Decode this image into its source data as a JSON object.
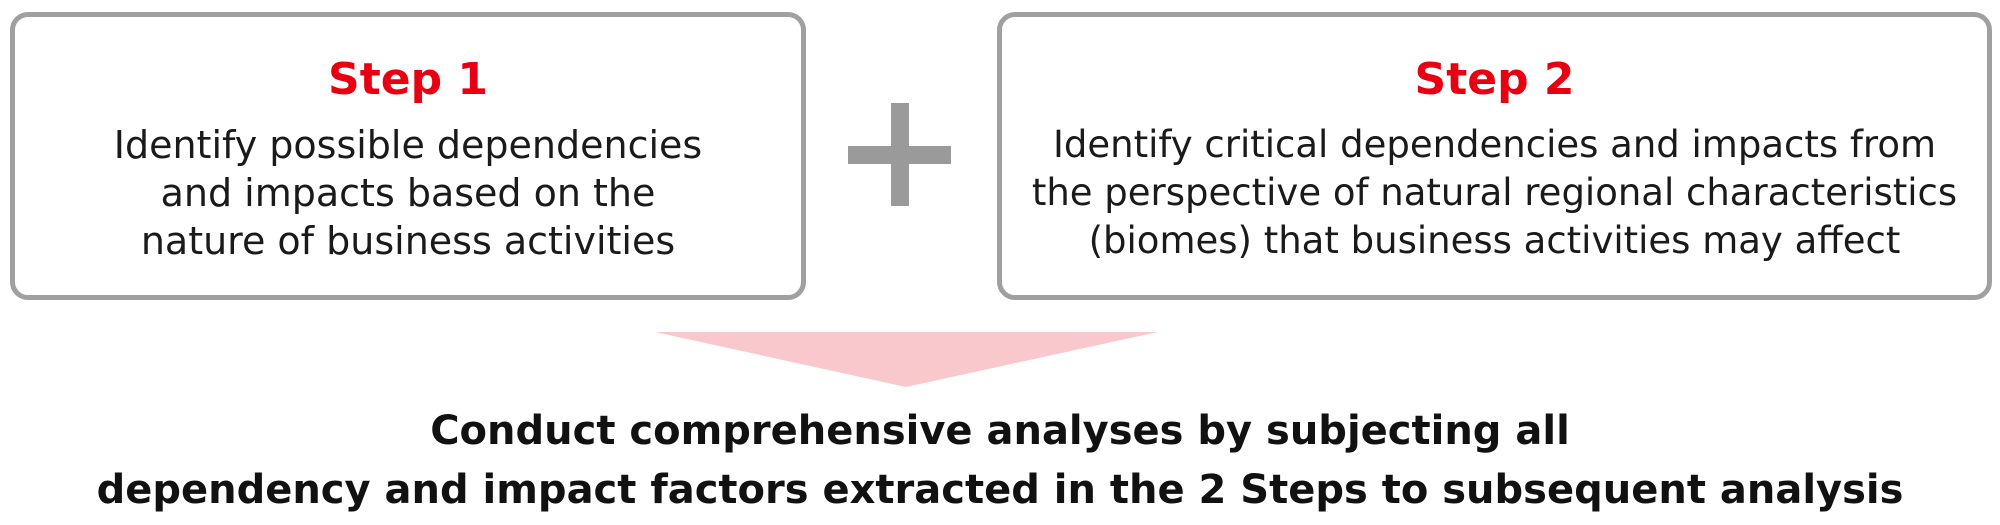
{
  "step1": {
    "title": "Step 1",
    "description": "Identify possible dependencies\nand impacts based on the\nnature of business activities"
  },
  "step2": {
    "title": "Step 2",
    "description": "Identify critical dependencies and impacts from\nthe perspective of natural regional characteristics\n(biomes) that business activities may affect"
  },
  "connector": {
    "icon": "plus-icon",
    "color": "#9a9a9a"
  },
  "arrow": {
    "icon": "down-arrow-icon",
    "color": "#f9c8cd"
  },
  "conclusion": {
    "text": "Conduct comprehensive analyses by subjecting all\ndependency and impact factors extracted in the 2 Steps to subsequent analysis"
  },
  "colors": {
    "accent": "#e60012",
    "border": "#a0a0a0",
    "text": "#1a1a1a"
  }
}
